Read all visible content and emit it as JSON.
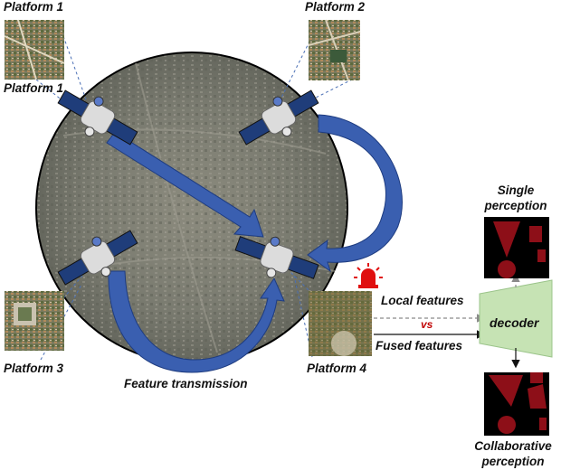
{
  "platforms": [
    {
      "label": "Platform 1"
    },
    {
      "label": "Platform 2"
    },
    {
      "label": "Platform 3"
    },
    {
      "label": "Platform 4"
    }
  ],
  "captions": {
    "feature_transmission": "Feature transmission",
    "local_features": "Local features",
    "vs": "vs",
    "fused_features": "Fused features",
    "decoder": "decoder",
    "single_perception_line1": "Single",
    "single_perception_line2": "perception",
    "collaborative_perception_line1": "Collaborative",
    "collaborative_perception_line2": "perception"
  },
  "colors": {
    "arrow_blue": "#3a5fb0",
    "decoder_green": "#c6e3b4",
    "alarm_red": "#e01010",
    "seg_red": "#9b1018"
  }
}
